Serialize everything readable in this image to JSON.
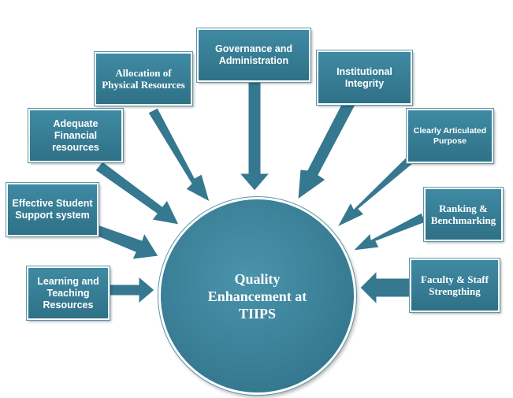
{
  "colors": {
    "box_fill": "#3a7f97",
    "arrow_fill": "#35788f",
    "border": "#ffffff"
  },
  "center": {
    "label": "Quality Enhancement at TIIPS"
  },
  "nodes": [
    {
      "id": "learning",
      "label": "Learning and Teaching Resources"
    },
    {
      "id": "student",
      "label": "Effective Student Support system"
    },
    {
      "id": "financial",
      "label": "Adequate Financial resources"
    },
    {
      "id": "physical",
      "label": "Allocation of Physical Resources"
    },
    {
      "id": "governance",
      "label": "Governance and Administration"
    },
    {
      "id": "integrity",
      "label": "Institutional Integrity"
    },
    {
      "id": "purpose",
      "label": "Clearly Articulated Purpose"
    },
    {
      "id": "ranking",
      "label": "Ranking & Benchmarking"
    },
    {
      "id": "faculty",
      "label": "Faculty & Staff Strengthing"
    }
  ]
}
